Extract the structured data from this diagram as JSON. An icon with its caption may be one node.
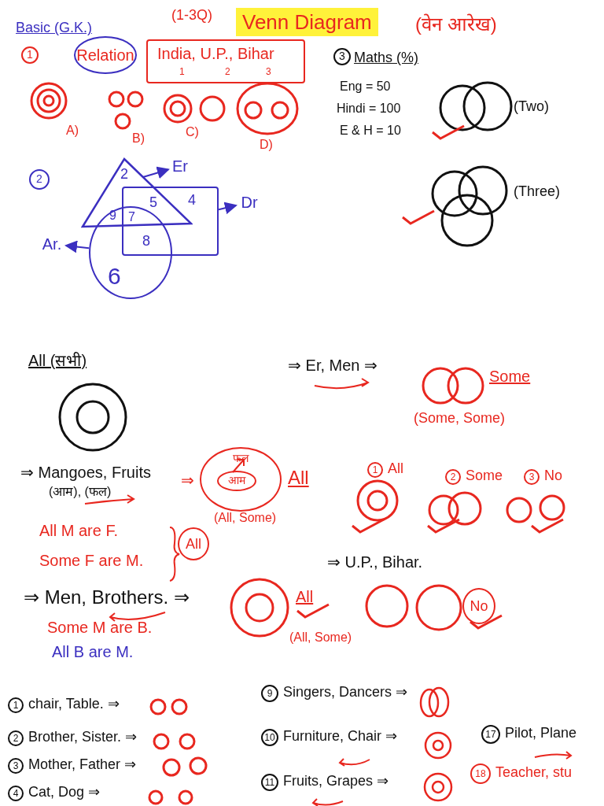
{
  "diagram": {
    "title": "Venn Diagram",
    "nodes": [
      {
        "text": [
          "1"
        ]
      },
      {
        "text": [
          "Relation"
        ]
      },
      {
        "text": [
          "India, U.P., Bihar",
          "1",
          "2",
          "3"
        ]
      },
      {
        "text": [
          "3"
        ]
      },
      {
        "text": [
          "2"
        ]
      },
      {
        "text": [
          "2"
        ]
      },
      {
        "text": [
          "4"
        ]
      },
      {
        "text": [
          "6"
        ]
      },
      {
        "text": [
          "Er"
        ]
      },
      {
        "text": [
          "Dr"
        ]
      },
      {
        "text": [
          "Ar."
        ]
      },
      {
        "text": [
          "फल"
        ]
      },
      {
        "text": [
          "आम"
        ],
        "in": 11
      },
      {
        "text": [
          "1"
        ],
        "beside": [
          "All"
        ]
      },
      {
        "text": [
          "2"
        ],
        "beside": [
          "Some"
        ]
      },
      {
        "text": [
          "3"
        ],
        "beside": [
          "No"
        ]
      },
      {
        "text": [
          "All"
        ]
      },
      {
        "text": [
          "No"
        ]
      },
      {
        "text": [
          "1"
        ],
        "beside": [
          "chair, Table. ⇒"
        ]
      },
      {
        "text": [
          "2"
        ],
        "beside": [
          "Brother, Sister. ⇒"
        ]
      },
      {
        "text": [
          "3"
        ],
        "beside": [
          "Mother, Father ⇒"
        ]
      },
      {
        "text": [
          "4"
        ],
        "beside": [
          "Cat, Dog ⇒"
        ]
      },
      {
        "text": [
          "9"
        ],
        "beside": [
          "Singers, Dancers ⇒"
        ]
      },
      {
        "text": [
          "10"
        ],
        "beside": [
          "Furniture, Chair ⇒"
        ]
      },
      {
        "text": [
          "11"
        ],
        "beside": [
          "Fruits, Grapes ⇒"
        ]
      },
      {
        "text": [
          "17"
        ],
        "beside": [
          "Pilot, Plane"
        ]
      },
      {
        "text": [
          "18"
        ],
        "beside": [
          "Teacher, stu"
        ]
      }
    ],
    "edges": [
      {
        "from": 5,
        "to": 8,
        "arrow": "to"
      },
      {
        "from": 6,
        "to": 9,
        "arrow": "to"
      },
      {
        "from": 7,
        "to": 10,
        "arrow": "to"
      }
    ],
    "labels": [
      "Basic (G.K.)",
      "(1-3Q)",
      "(वेन आरेख)",
      "A)",
      "B)",
      "C)",
      "D)",
      "Maths (%)",
      "Eng = 50",
      "Hindi = 100",
      "E & H = 10",
      "(Two)",
      "9",
      "7",
      "5",
      "8",
      "(Three)",
      "All (सभी)",
      "⇒ Er, Men ⇒",
      "Some",
      "(Some, Some)",
      "⇒ Mangoes, Fruits",
      "(आम), (फल)",
      "⇒",
      "All",
      "(All, Some)",
      "All M are F.",
      "Some F are M.",
      "⇒ U.P., Bihar.",
      "⇒ Men, Brothers. ⇒",
      "All",
      "(All, Some)",
      "Some M are B.",
      "All B are M."
    ]
  }
}
